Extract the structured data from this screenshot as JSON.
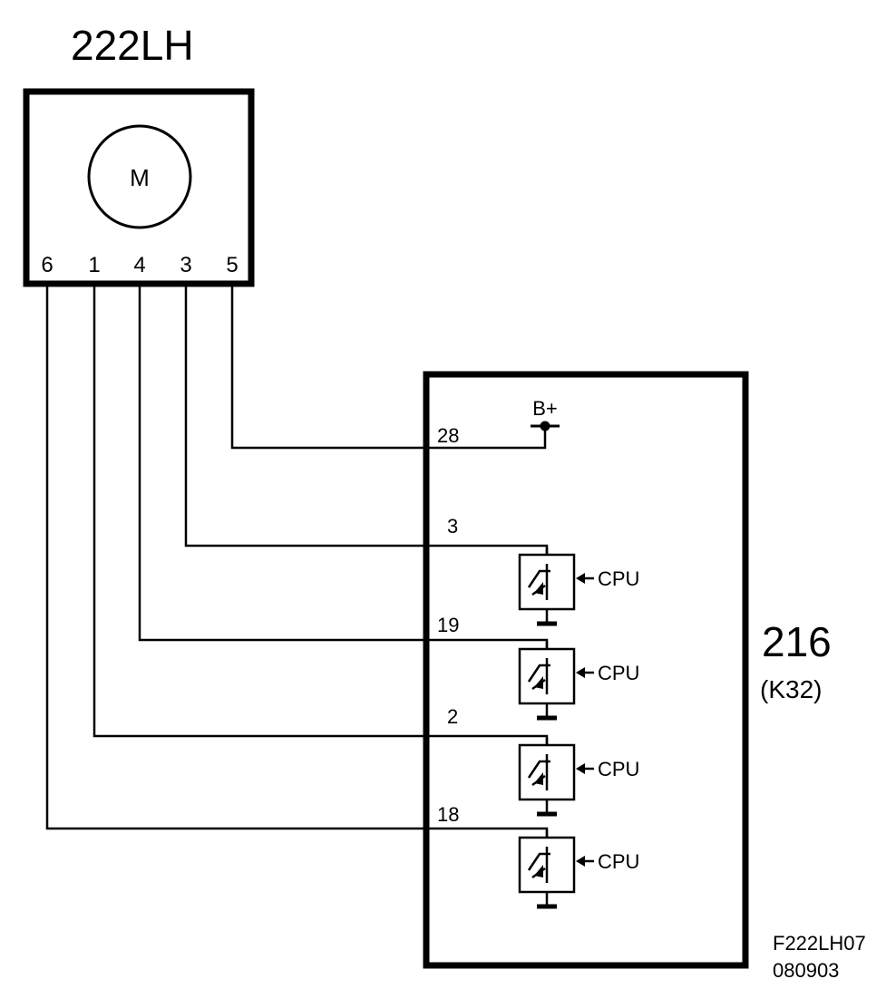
{
  "motor_unit": {
    "title": "222LH",
    "motor_label": "M",
    "pins": [
      "6",
      "1",
      "4",
      "3",
      "5"
    ]
  },
  "control_module": {
    "number": "216",
    "code": "(K32)",
    "supply_label": "B+",
    "terminals": {
      "supply": "28",
      "driver_1": "3",
      "driver_2": "19",
      "driver_3": "2",
      "driver_4": "18"
    },
    "driver_input_labels": [
      "CPU",
      "CPU",
      "CPU",
      "CPU"
    ]
  },
  "figure_ref": {
    "code": "F222LH07",
    "date": "080903"
  }
}
